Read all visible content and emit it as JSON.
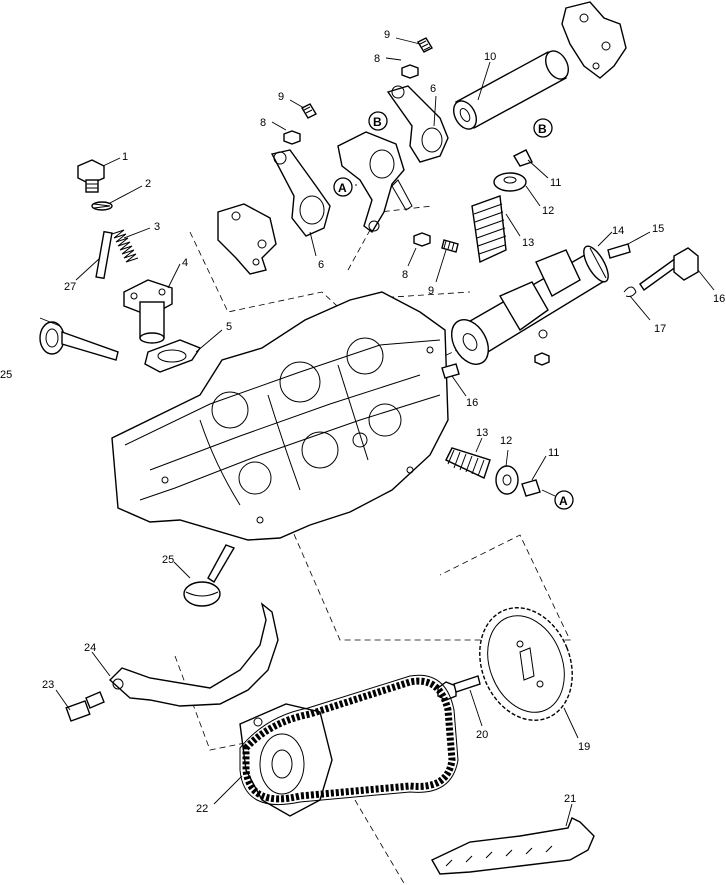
{
  "callouts": [
    {
      "id": "c1",
      "text": "1"
    },
    {
      "id": "c2",
      "text": "2"
    },
    {
      "id": "c3",
      "text": "3"
    },
    {
      "id": "c4",
      "text": "4"
    },
    {
      "id": "c5",
      "text": "5"
    },
    {
      "id": "c6a",
      "text": "6"
    },
    {
      "id": "c6b",
      "text": "6"
    },
    {
      "id": "c8a",
      "text": "8"
    },
    {
      "id": "c8b",
      "text": "8"
    },
    {
      "id": "c8c",
      "text": "8"
    },
    {
      "id": "c9a",
      "text": "9"
    },
    {
      "id": "c9b",
      "text": "9"
    },
    {
      "id": "c9c",
      "text": "9"
    },
    {
      "id": "c10",
      "text": "10"
    },
    {
      "id": "c11a",
      "text": "11"
    },
    {
      "id": "c11b",
      "text": "11"
    },
    {
      "id": "c12a",
      "text": "12"
    },
    {
      "id": "c12b",
      "text": "12"
    },
    {
      "id": "c13a",
      "text": "13"
    },
    {
      "id": "c13b",
      "text": "13"
    },
    {
      "id": "c14",
      "text": "14"
    },
    {
      "id": "c15",
      "text": "15"
    },
    {
      "id": "c16a",
      "text": "16"
    },
    {
      "id": "c16b",
      "text": "16"
    },
    {
      "id": "c17",
      "text": "17"
    },
    {
      "id": "c19",
      "text": "19"
    },
    {
      "id": "c20",
      "text": "20"
    },
    {
      "id": "c21",
      "text": "21"
    },
    {
      "id": "c22",
      "text": "22"
    },
    {
      "id": "c23",
      "text": "23"
    },
    {
      "id": "c24",
      "text": "24"
    },
    {
      "id": "c25a",
      "text": "25"
    },
    {
      "id": "c25b",
      "text": "25"
    },
    {
      "id": "c27",
      "text": "27"
    }
  ],
  "refs": [
    {
      "id": "refA1",
      "text": "A"
    },
    {
      "id": "refA2",
      "text": "A"
    },
    {
      "id": "refB1",
      "text": "B"
    },
    {
      "id": "refB2",
      "text": "B"
    }
  ]
}
